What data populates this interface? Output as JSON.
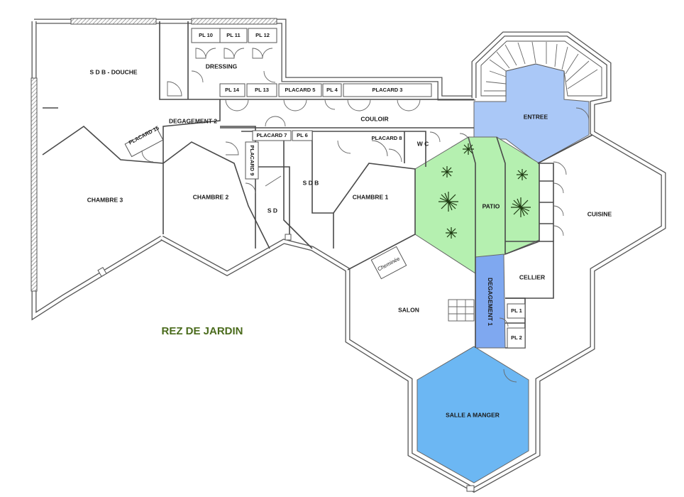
{
  "title": "REZ DE JARDIN",
  "rooms": {
    "sdb_douche": "S D B - DOUCHE",
    "dressing": "DRESSING",
    "degagement2": "DEGAGEMENT 2",
    "placard15": "PLACARD 15",
    "chambre3": "CHAMBRE 3",
    "chambre2": "CHAMBRE 2",
    "couloir": "COULOIR",
    "placard9": "PLACARD 9",
    "sd": "S D",
    "sdb": "S D B",
    "chambre1": "CHAMBRE 1",
    "wc": "W C",
    "placard8": "PLACARD 8",
    "entree": "ENTREE",
    "patio": "PATIO",
    "cuisine": "CUISINE",
    "cellier": "CELLIER",
    "degagement1": "DEGAGEMENT 1",
    "salon": "SALON",
    "cheminee": "Cheminée",
    "salle_a_manger": "SALLE A MANGER"
  },
  "placards": {
    "pl10": "PL 10",
    "pl11": "PL 11",
    "pl12": "PL 12",
    "pl14": "PL 14",
    "pl13": "PL 13",
    "placard5": "PLACARD 5",
    "pl4": "PL 4",
    "placard3": "PLACARD 3",
    "placard7": "PLACARD 7",
    "pl6": "PL 6",
    "pl1": "PL 1",
    "pl2": "PL 2"
  },
  "colors": {
    "entree": "#aac8f7",
    "patio": "#b5f0b0",
    "degagement1": "#7fa8f0",
    "salle_a_manger": "#6cb7f3",
    "title": "#4a6b1c",
    "walls": "#555555"
  }
}
